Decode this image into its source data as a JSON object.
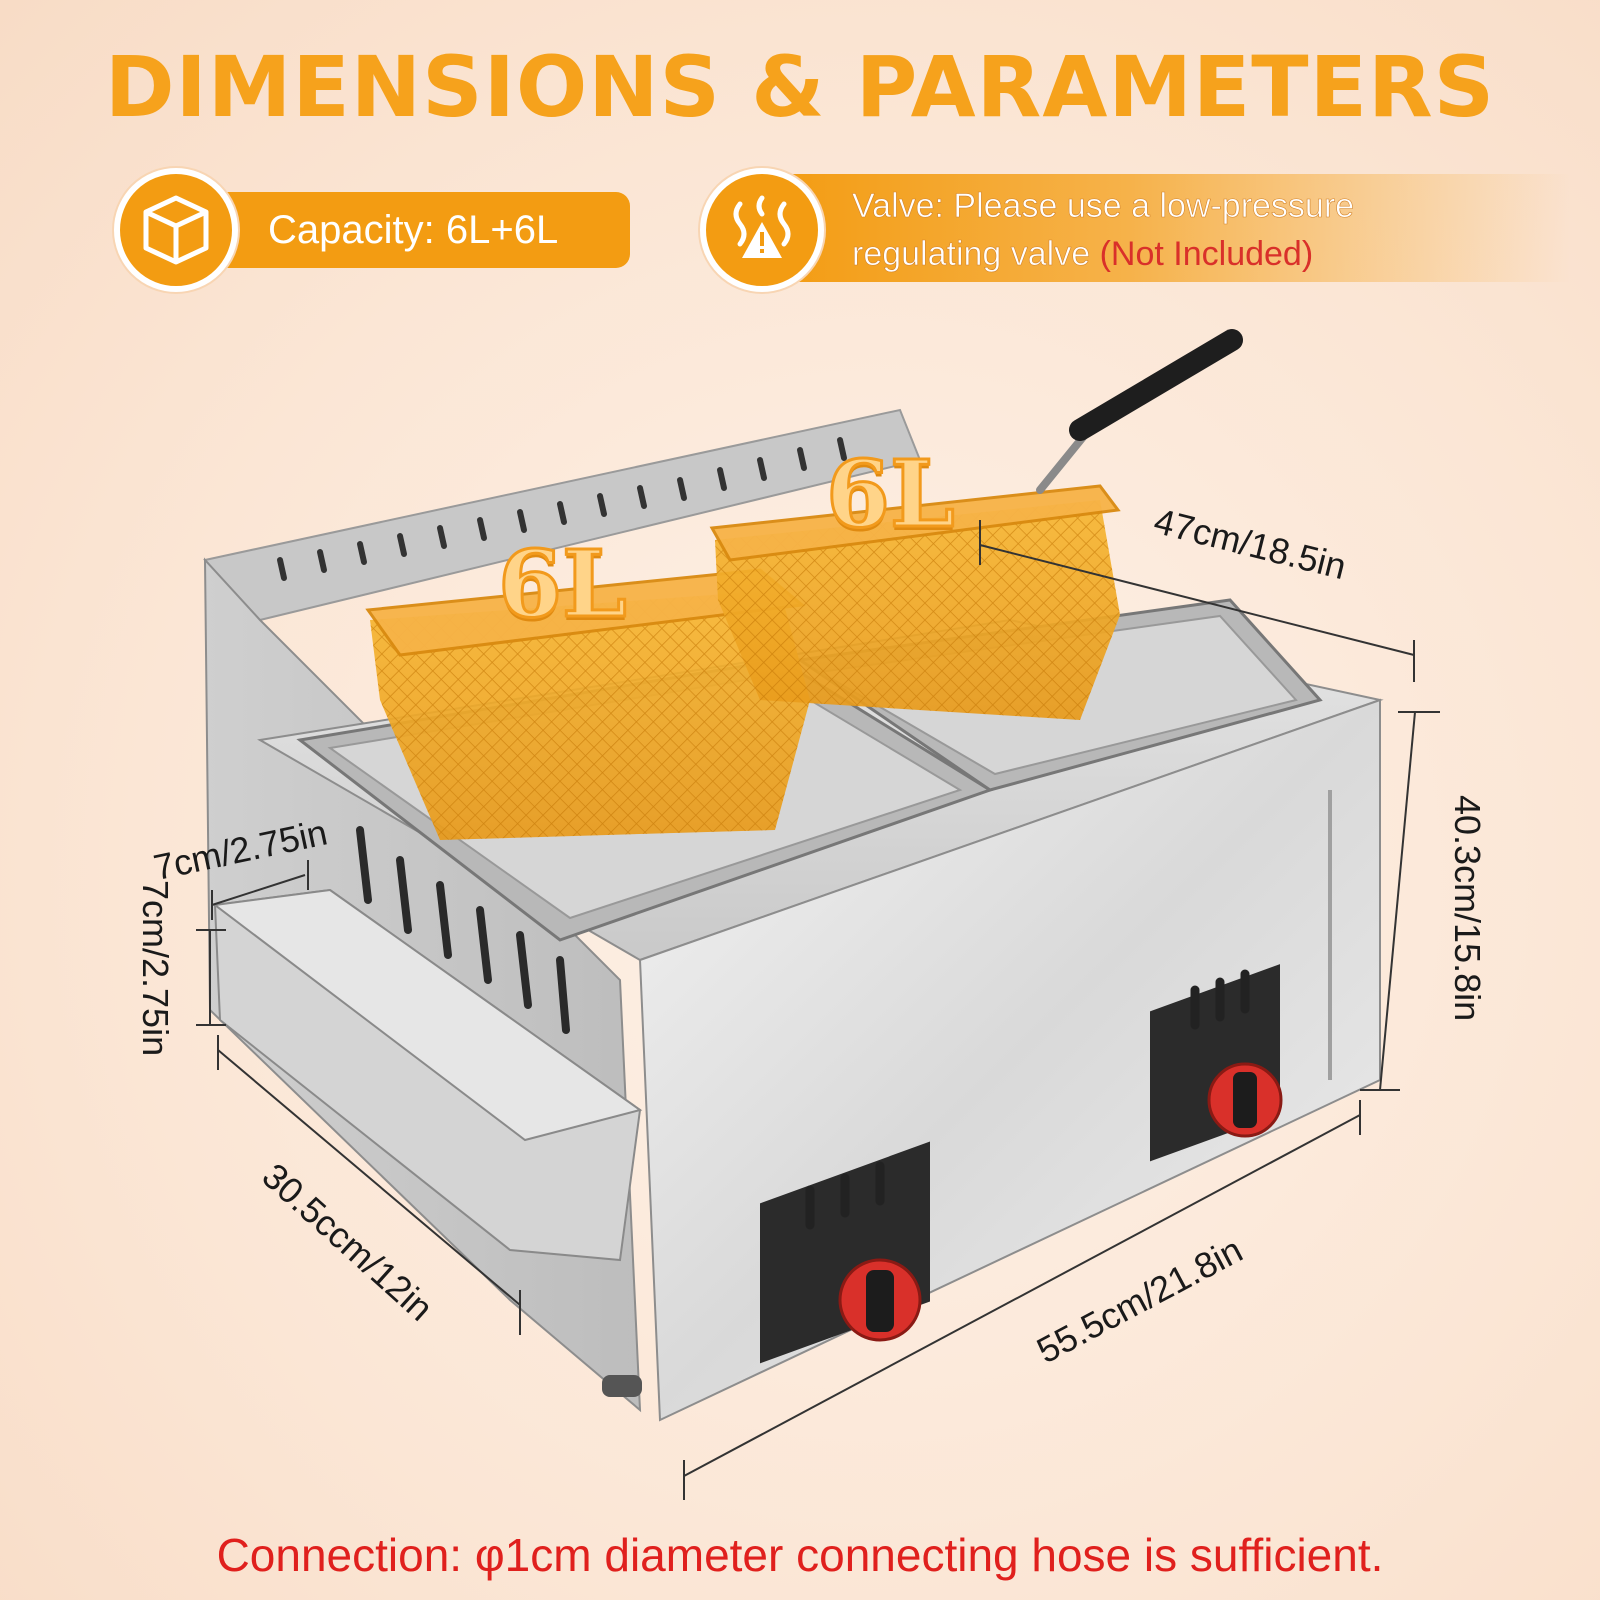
{
  "title": "DIMENSIONS & PARAMETERS",
  "capacity": {
    "icon": "box-icon",
    "text": "Capacity: 6L+6L"
  },
  "valve": {
    "icon": "heat-warning-icon",
    "line1": "Valve: Please use a low-pressure",
    "line2": "regulating valve",
    "note": "(Not Included)"
  },
  "baskets": {
    "left_label": "6L",
    "right_label": "6L"
  },
  "dimensions": {
    "depth": "47cm/18.5in",
    "height": "40.3cm/15.8in",
    "width": "55.5cm/21.8in",
    "side": "30.5ccm/12in",
    "drawer_width": "7cm/2.75in",
    "drawer_height": "7cm/2.75in"
  },
  "connection_note": "Connection: φ1cm diameter connecting hose is sufficient.",
  "colors": {
    "accent": "#f39c12",
    "title": "#f6a21c",
    "warning_red": "#e0201d",
    "background": "#fbe8d9"
  }
}
